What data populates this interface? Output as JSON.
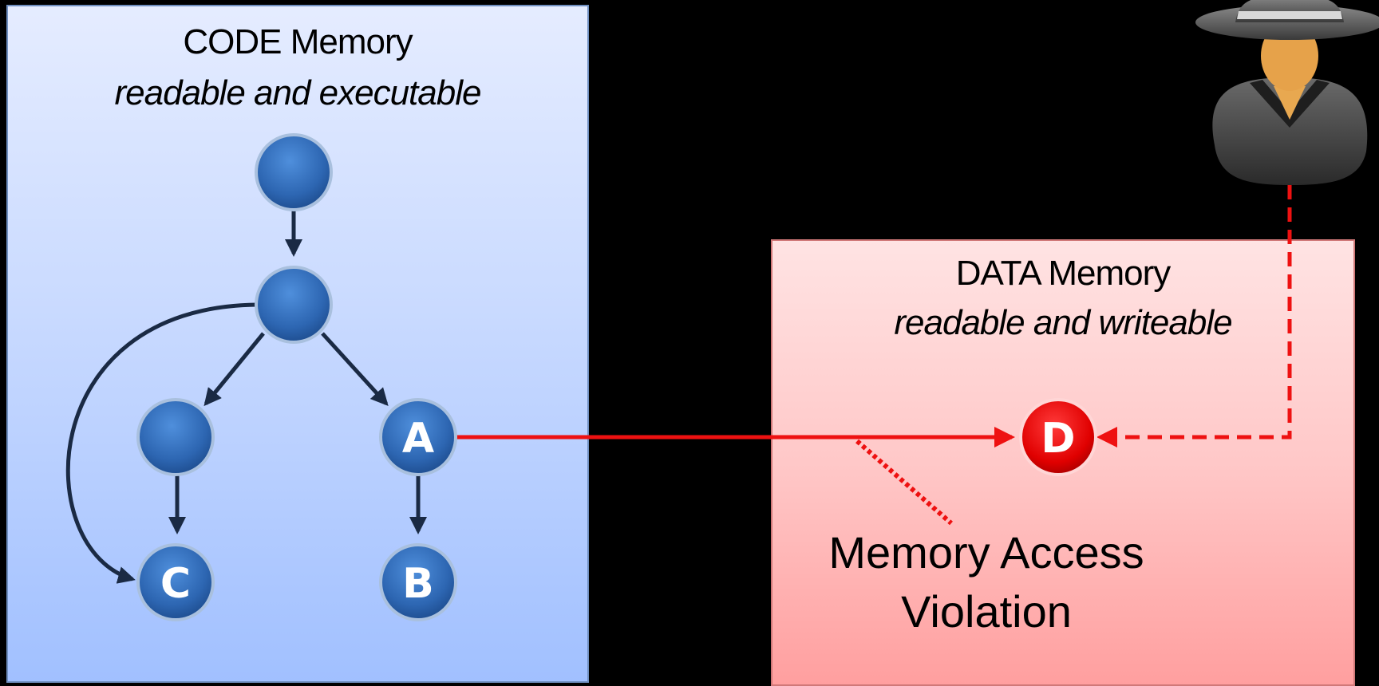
{
  "code_memory": {
    "title": "CODE Memory",
    "subtitle": "readable and executable"
  },
  "data_memory": {
    "title": "DATA Memory",
    "subtitle": "readable and writeable"
  },
  "nodes": {
    "a_label": "A",
    "b_label": "B",
    "c_label": "C",
    "d_label": "D"
  },
  "violation": {
    "line1": "Memory Access",
    "line2": "Violation"
  },
  "attacker": {
    "icon": "attacker-spy-icon"
  },
  "colors": {
    "node_blue": "#3a78c8",
    "edge_dark": "#1a2a44",
    "attack_red": "#ee1111",
    "code_panel": "#c9daff",
    "data_panel": "#ffc8c8"
  }
}
